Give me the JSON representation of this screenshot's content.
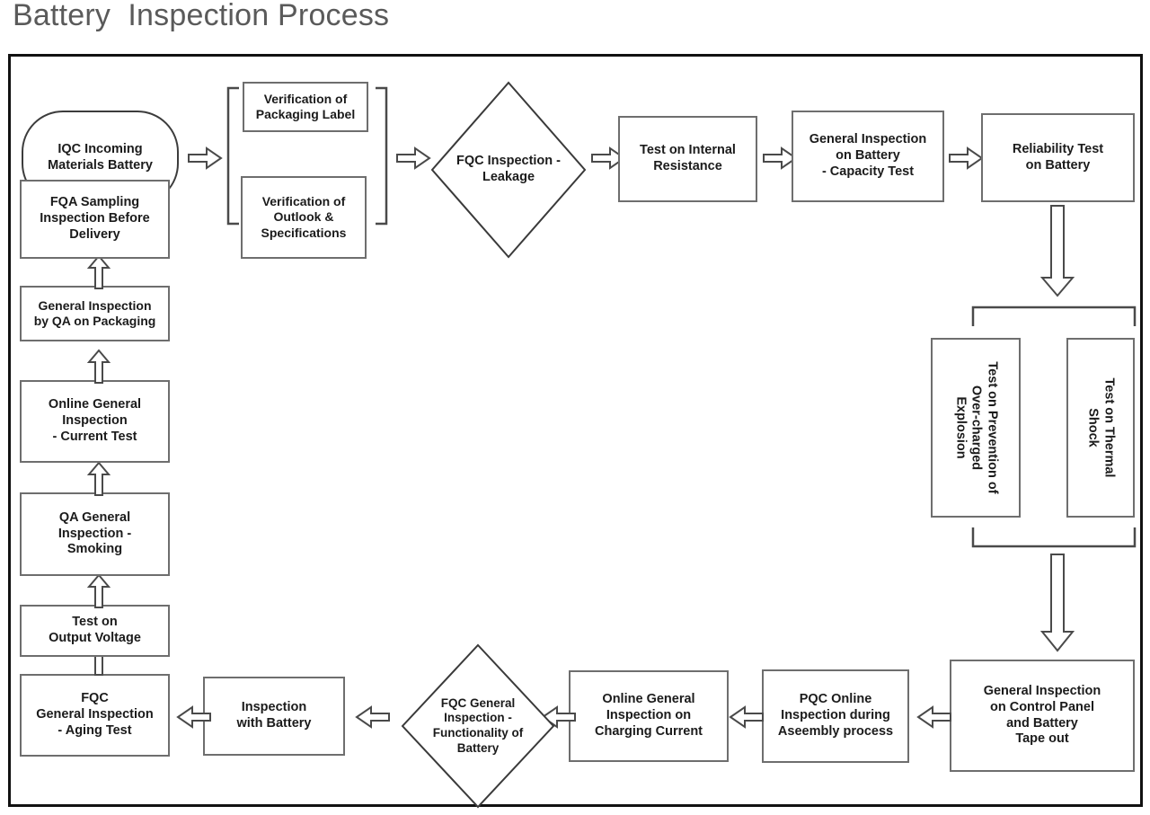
{
  "title": "Battery  Inspection Process",
  "colors": {
    "title": "#5a5a5a",
    "frame_border": "#111111",
    "node_border": "#6e6e6e",
    "node_fill": "#ffffff",
    "text": "#1b1b1b",
    "arrow_stroke": "#4a4a4a"
  },
  "diagram": {
    "type": "flowchart",
    "nodes": {
      "iqc_incoming": {
        "label": "IQC Incoming\nMaterials Battery",
        "shape": "stadium"
      },
      "verif_packaging": {
        "label": "Verification of\nPackaging Label",
        "shape": "rect"
      },
      "verif_outlook": {
        "label": "Verification of\nOutlook &\nSpecifications",
        "shape": "rect"
      },
      "fqc_leakage": {
        "label": "FQC Inspection -\nLeakage",
        "shape": "diamond"
      },
      "internal_resistance": {
        "label": "Test on Internal\nResistance",
        "shape": "rect"
      },
      "capacity_test": {
        "label": "General Inspection\non Battery\n- Capacity Test",
        "shape": "rect"
      },
      "reliability_test": {
        "label": "Reliability Test\non Battery",
        "shape": "rect"
      },
      "overcharge_test": {
        "label": "Test on Prevention of\nOver-charged\nExplosion",
        "shape": "rect-vertical"
      },
      "thermal_shock": {
        "label": "Test on Thermal\nShock",
        "shape": "rect-vertical"
      },
      "control_panel": {
        "label": "General Inspection\non Control Panel\nand Battery\nTape out",
        "shape": "rect"
      },
      "pqc_assembly": {
        "label": "PQC Online\nInspection during\nAseembly process",
        "shape": "rect"
      },
      "charging_current": {
        "label": "Online General\nInspection on\nCharging Current",
        "shape": "rect"
      },
      "fqc_functionality": {
        "label": "FQC General\nInspection -\nFunctionality of\nBattery",
        "shape": "diamond"
      },
      "inspection_with_battery": {
        "label": "Inspection\nwith Battery",
        "shape": "rect"
      },
      "fqc_aging": {
        "label": "FQC\nGeneral Inspection\n- Aging Test",
        "shape": "rect"
      },
      "output_voltage": {
        "label": "Test on\nOutput Voltage",
        "shape": "rect"
      },
      "qa_smoking": {
        "label": "QA General\nInspection -\nSmoking",
        "shape": "rect"
      },
      "online_current": {
        "label": "Online General\nInspection\n- Current Test",
        "shape": "rect"
      },
      "qa_packaging": {
        "label": "General Inspection\nby QA on Packaging",
        "shape": "rect"
      },
      "fqa_sampling": {
        "label": "FQA Sampling\nInspection Before\nDelivery",
        "shape": "rect"
      }
    },
    "edges": [
      {
        "from": "iqc_incoming",
        "to": "verification-group",
        "direction": "right"
      },
      {
        "from": "verification-group",
        "to": "fqc_leakage",
        "direction": "right"
      },
      {
        "from": "fqc_leakage",
        "to": "internal_resistance",
        "direction": "right"
      },
      {
        "from": "internal_resistance",
        "to": "capacity_test",
        "direction": "right"
      },
      {
        "from": "capacity_test",
        "to": "reliability_test",
        "direction": "right"
      },
      {
        "from": "reliability_test",
        "to": "reliability-group",
        "direction": "down"
      },
      {
        "from": "reliability-group",
        "to": "control_panel",
        "direction": "down"
      },
      {
        "from": "control_panel",
        "to": "pqc_assembly",
        "direction": "left"
      },
      {
        "from": "pqc_assembly",
        "to": "charging_current",
        "direction": "left"
      },
      {
        "from": "charging_current",
        "to": "fqc_functionality",
        "direction": "left"
      },
      {
        "from": "fqc_functionality",
        "to": "inspection_with_battery",
        "direction": "left"
      },
      {
        "from": "inspection_with_battery",
        "to": "fqc_aging",
        "direction": "left"
      },
      {
        "from": "fqc_aging",
        "to": "output_voltage",
        "direction": "up"
      },
      {
        "from": "output_voltage",
        "to": "qa_smoking",
        "direction": "up"
      },
      {
        "from": "qa_smoking",
        "to": "online_current",
        "direction": "up"
      },
      {
        "from": "online_current",
        "to": "qa_packaging",
        "direction": "up"
      },
      {
        "from": "qa_packaging",
        "to": "fqa_sampling",
        "direction": "up"
      }
    ]
  }
}
